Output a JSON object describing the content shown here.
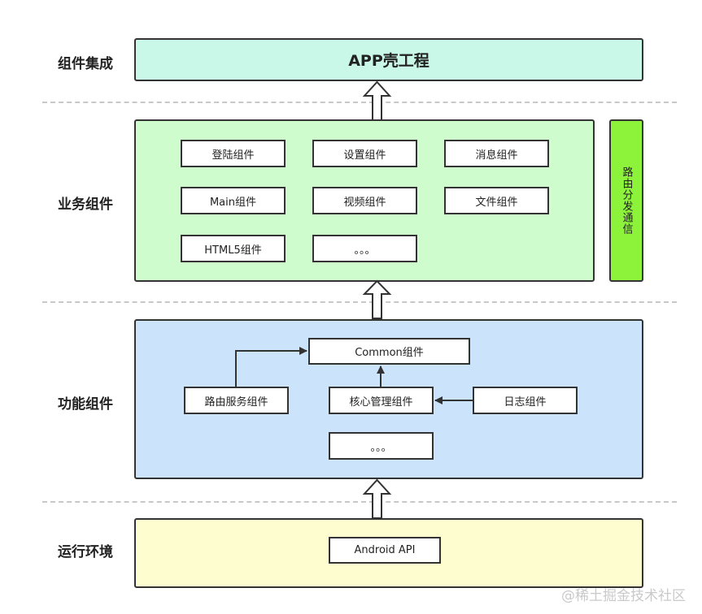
{
  "layers": {
    "integration": "组件集成",
    "business": "业务组件",
    "functional": "功能组件",
    "runtime": "运行环境"
  },
  "shell": {
    "title": "APP壳工程"
  },
  "business_components": [
    "登陆组件",
    "设置组件",
    "消息组件",
    "Main组件",
    "视频组件",
    "文件组件",
    "HTML5组件",
    "。。。"
  ],
  "router_channel": "路由分发通信",
  "functional_components": {
    "common": "Common组件",
    "router_service": "路由服务组件",
    "core_management": "核心管理组件",
    "log": "日志组件",
    "more": "。。。"
  },
  "runtime_components": {
    "android_api": "Android API"
  },
  "watermark": "@稀土掘金技术社区",
  "colors": {
    "shell_fill": "#c9f7e8",
    "business_fill": "#cffccd",
    "functional_fill": "#cce4fb",
    "runtime_fill": "#fdfdcf",
    "router_fill": "#8cf23a"
  }
}
